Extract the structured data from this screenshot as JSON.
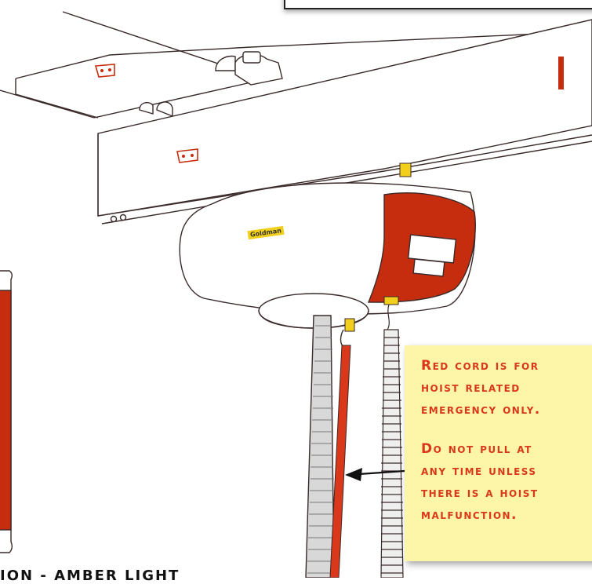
{
  "warning_note": {
    "lines_1": [
      "Red cord is for",
      "hoist related",
      "emergency only."
    ],
    "lines_2": [
      "Do not pull at",
      "any time unless",
      "there is a hoist",
      "malfunction."
    ]
  },
  "hoist": {
    "brand_label": "Goldman"
  },
  "caption_partial": "ION - AMBER LIGHT",
  "colors": {
    "red": "#c62d0e",
    "note_bg": "#fdf5a8",
    "note_text": "#d9391a",
    "yellow": "#f2cf1a"
  }
}
